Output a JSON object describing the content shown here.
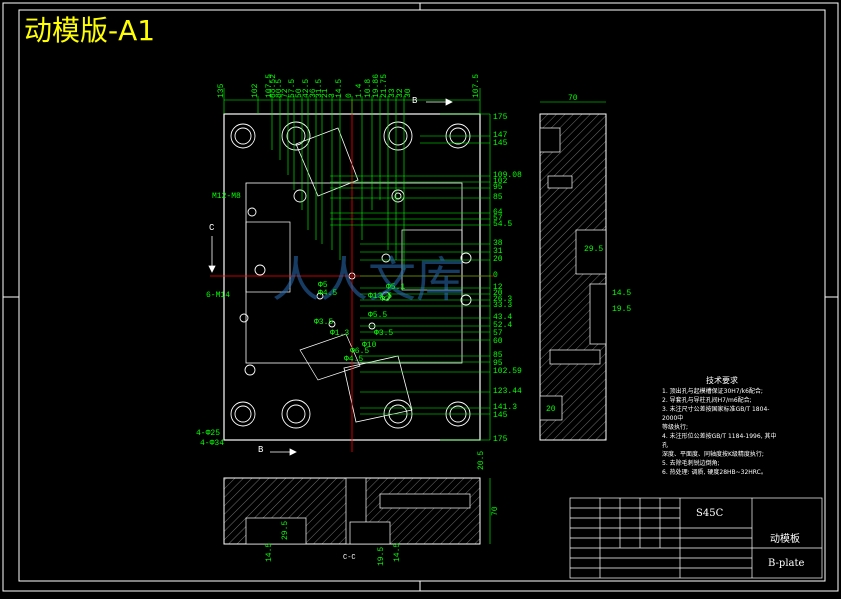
{
  "title": "动模版-A1",
  "section_marks": {
    "b": "B",
    "c": "C",
    "cc": "C-C"
  },
  "top_dims": [
    "135",
    "102",
    "107.5",
    "88.52",
    "80.5",
    "72",
    "57.5",
    "50",
    "42.5",
    "36",
    "31.5",
    "21",
    "3",
    "14.5",
    "0",
    "1.4",
    "10.8",
    "19.86",
    "21.75",
    "33",
    "32",
    "30",
    "107.5"
  ],
  "right_dims": [
    "175",
    "147",
    "145",
    "109.08",
    "102",
    "95",
    "85",
    "64",
    "57",
    "54.5",
    "38",
    "31",
    "20",
    "0",
    "12",
    "20",
    "26.3",
    "33.3",
    "43.4",
    "52.4",
    "57",
    "60",
    "85",
    "95",
    "102.59",
    "123.44",
    "141.3",
    "145",
    "175"
  ],
  "hole_labels": [
    "M12-M8",
    "6-M14",
    "Φ5",
    "Φ4.5",
    "Φ3.5",
    "Φ1.3",
    "Φ13.5",
    "Φ5.5",
    "Φ3.5",
    "Φ10",
    "Φ6.5",
    "Φ4.5",
    "Φ5.1",
    "Φ3",
    "4-Φ25",
    "4-Φ34"
  ],
  "side_dims": [
    "70",
    "29.5",
    "14.5",
    "19.5",
    "20"
  ],
  "bottom_dims": [
    "20.5",
    "70",
    "29.5",
    "14.5",
    "19.5",
    "14.5"
  ],
  "notes": {
    "title": "技术要求",
    "items": [
      "1. 顶出孔与起模槽保证30H7/k6配合;",
      "2. 导套孔与导柱孔间H7/m6配合;",
      "3. 未注尺寸公差按国家标准GB/T 1804-2000中",
      "   等级执行;",
      "4. 未注形位公差按GB/T 1184-1996, 其中孔",
      "   深度、平面度、同轴度按K级精度执行;",
      "5. 去除毛刺锐边倒角;",
      "6. 热处理: 调质, 硬度28HB~32HRC。"
    ]
  },
  "title_block": {
    "material": "S45C",
    "part_name": "动模板",
    "part_name_en": "B-plate"
  },
  "watermark": "人人文库",
  "colors": {
    "frame": "#ffffff",
    "dim": "#00ff00",
    "center": "#ff0000",
    "title": "#ffff00"
  }
}
